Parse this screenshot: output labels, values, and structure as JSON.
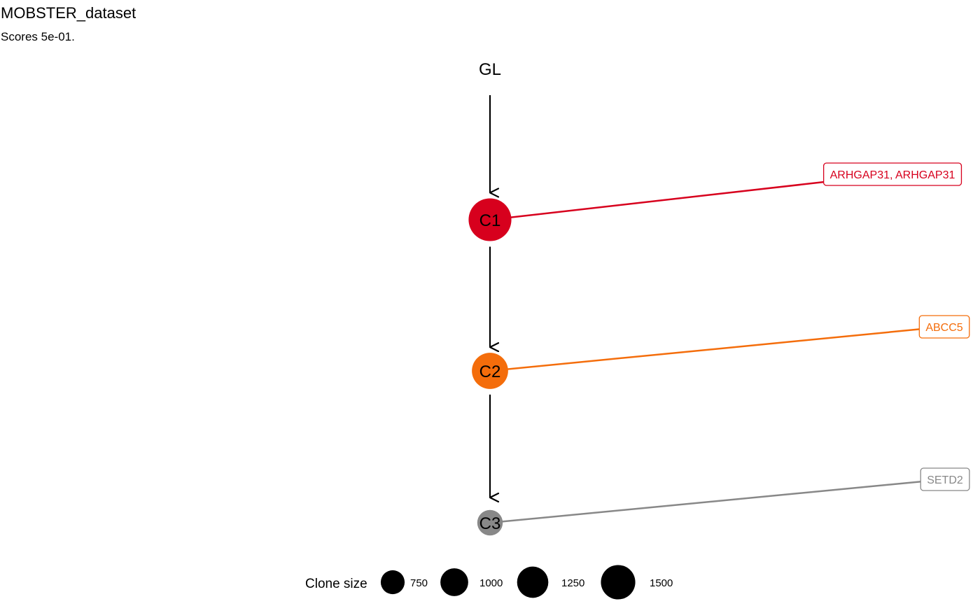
{
  "header": {
    "title": "MOBSTER_dataset",
    "subtitle": "Scores 5e-01."
  },
  "tree": {
    "nodes": [
      {
        "id": "GL",
        "label": "GL",
        "color": null,
        "size": null
      },
      {
        "id": "C1",
        "label": "C1",
        "color": "#d7001d",
        "size": 1500
      },
      {
        "id": "C2",
        "label": "C2",
        "color": "#f46d0b",
        "size": 1000
      },
      {
        "id": "C3",
        "label": "C3",
        "color": "#888888",
        "size": 400
      }
    ],
    "edges": [
      {
        "from": "GL",
        "to": "C1"
      },
      {
        "from": "C1",
        "to": "C2"
      },
      {
        "from": "C2",
        "to": "C3"
      }
    ],
    "annotations": [
      {
        "node": "C1",
        "label": "ARHGAP31, ARHGAP31",
        "color": "#d7001d"
      },
      {
        "node": "C2",
        "label": "ABCC5",
        "color": "#f46d0b"
      },
      {
        "node": "C3",
        "label": "SETD2",
        "color": "#888888"
      }
    ]
  },
  "legend": {
    "title": "Clone size",
    "items": [
      {
        "value": 750,
        "label": "750"
      },
      {
        "value": 1000,
        "label": "1000"
      },
      {
        "value": 1250,
        "label": "1250"
      },
      {
        "value": 1500,
        "label": "1500"
      }
    ]
  }
}
